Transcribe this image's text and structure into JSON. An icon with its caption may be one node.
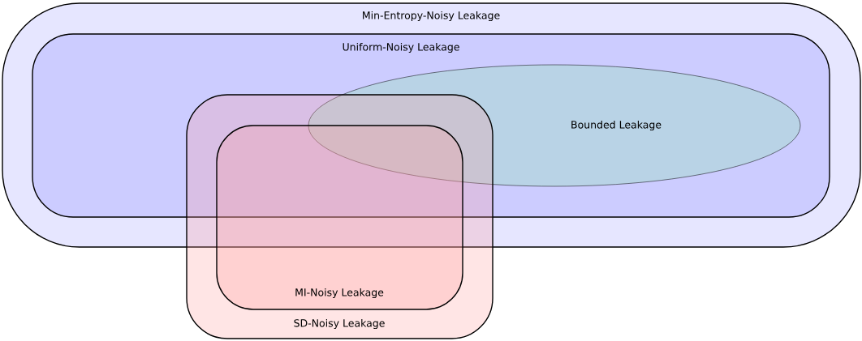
{
  "diagram": {
    "nodes": [
      {
        "text": [
          "Min-Entropy-Noisy Leakage"
        ]
      },
      {
        "text": [
          "Uniform-Noisy Leakage"
        ],
        "in": 0
      },
      {
        "text": [
          "Bounded Leakage"
        ],
        "in": 1
      },
      {
        "text": [
          "SD-Noisy Leakage"
        ]
      },
      {
        "text": [
          "MI-Noisy Leakage"
        ],
        "in": 3
      }
    ]
  }
}
